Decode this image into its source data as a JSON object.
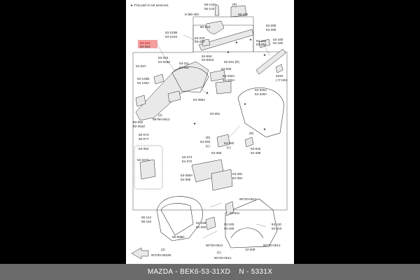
{
  "notice": "★ This part is not serviced.",
  "caption": {
    "brand": "MAZDA",
    "part_number": "BEK6-53-31XD",
    "code": "N - 5331X"
  },
  "colors": {
    "background": "#000000",
    "caption_bar": "#6b6b6b",
    "highlight": "#f5a0a0"
  },
  "labels": {
    "l_5614": "56-143A",
    "l_5616": "56-143",
    "l_5649": "5-)56-493",
    "l_r1": "(R)",
    "l_56492": "56-492",
    "l_50910": "50-910",
    "l_53210b": "53-210B",
    "l_53210x": "53-210X",
    "l_53220": "53-220",
    "l_53220b": "54-220",
    "l_5331x": "53-31X",
    "l_5331xb": "54-31X",
    "l_53285": "53-285",
    "l_54285": "54-285",
    "l_53152": "53-152",
    "l_54152": "54-152",
    "l_53160": "53-160",
    "l_54160": "54-160",
    "l_5359x": "53-59X",
    "l_5359z": "53-59XZ",
    "l_53024": "53-024 (R)",
    "l_5340": "5340",
    "l_71023": "( /7-023",
    "l_53315": "53-315",
    "l_53315z": "54-315Z",
    "l_5426y": "54-26Y",
    "l_53311": "53-311",
    "l_54311": "54-311",
    "l_54630": "54-630",
    "l_53432": "53-432A",
    "l_54432": "54-432A",
    "l_53140": "53-140B",
    "l_54140": "54-140A",
    "l_54358": "54-358A",
    "l_53320": "53-320A",
    "l_54320": "54-320A",
    "l_2": "(2)",
    "l_99780": "99780-0612",
    "l_53351": "53-351",
    "l_50052": "50-052",
    "l_50052z": "50-052Z",
    "l_50079": "50-07X",
    "l_50079y": "50-07Y",
    "l_r2": "(R)",
    "l_54392": "54-392",
    "l_l1": "(L)",
    "l_54360": "54-360",
    "l_l2": "(L)",
    "l_r3": "(R)",
    "l_53632": "53-632",
    "l_54498": "54-498",
    "l_53352": "53-352",
    "l_53372": "53-372",
    "l_54372": "54-372",
    "l_53360": "53-360",
    "l_53332": "53-32YA",
    "l_53280": "53-280A",
    "l_54380": "54-380",
    "l_53391": "53-391",
    "l_54391": "54-391",
    "l_90720": "90720-0612",
    "l_6752": "67-521",
    "l_56114": "56-114",
    "l_56115": "56-115",
    "l_52150": "52-150",
    "l_52250": "52-250",
    "l_53160b": "53-160",
    "l_54160b": "54-160",
    "l_52110": "52-110",
    "l_52210": "52-210",
    "l_69885": "69-885D",
    "l_90720b": "90720-0612",
    "l_13208": "13-208",
    "l_90720c": "90720-0612",
    "l_90720d": "90720-0612",
    "l_9cf06": "9CF00-05168",
    "l_2b": "(2)",
    "l_1": "(1)"
  }
}
